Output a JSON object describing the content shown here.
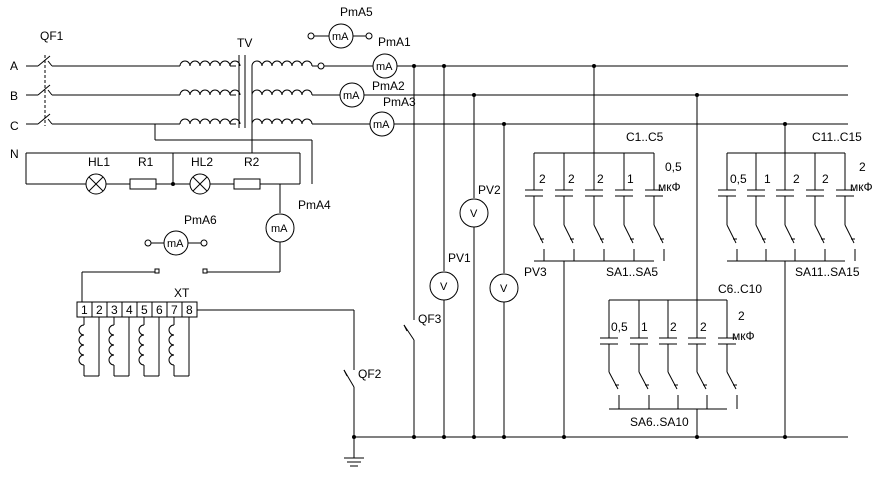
{
  "phases": {
    "a": "A",
    "b": "B",
    "c": "C",
    "n": "N"
  },
  "labels": {
    "qf1": "QF1",
    "tv": "TV",
    "hl1": "HL1",
    "r1": "R1",
    "hl2": "HL2",
    "r2": "R2",
    "pa1": "PmA1",
    "pa2": "PmA2",
    "pa3": "PmA3",
    "pa4": "PmA4",
    "pa5": "PmA5",
    "pa6": "PmA6",
    "pv1": "PV1",
    "pv2": "PV2",
    "pv3": "PV3",
    "qf2": "QF2",
    "qf3": "QF3",
    "xt": "XT",
    "c1c5": "C1..C5",
    "c6c10": "C6..C10",
    "c11c15": "C11..C15",
    "sa1sa5": "SA1..SA5",
    "sa6sa10": "SA6..SA10",
    "sa11sa15": "SA11..SA15"
  },
  "meter": {
    "ma": "mA",
    "v": "V"
  },
  "unit": "мкФ",
  "caps": {
    "g1": [
      "2",
      "2",
      "2",
      "1",
      "0,5"
    ],
    "g2": [
      "0,5",
      "1",
      "2",
      "2",
      "2"
    ],
    "g3": [
      "0,5",
      "1",
      "2",
      "2",
      "2"
    ]
  },
  "terminals": [
    "1",
    "2",
    "3",
    "4",
    "5",
    "6",
    "7",
    "8"
  ],
  "icons": {
    "ground": "ground-icon",
    "lamp": "lamp-icon",
    "coil": "coil-icon"
  }
}
